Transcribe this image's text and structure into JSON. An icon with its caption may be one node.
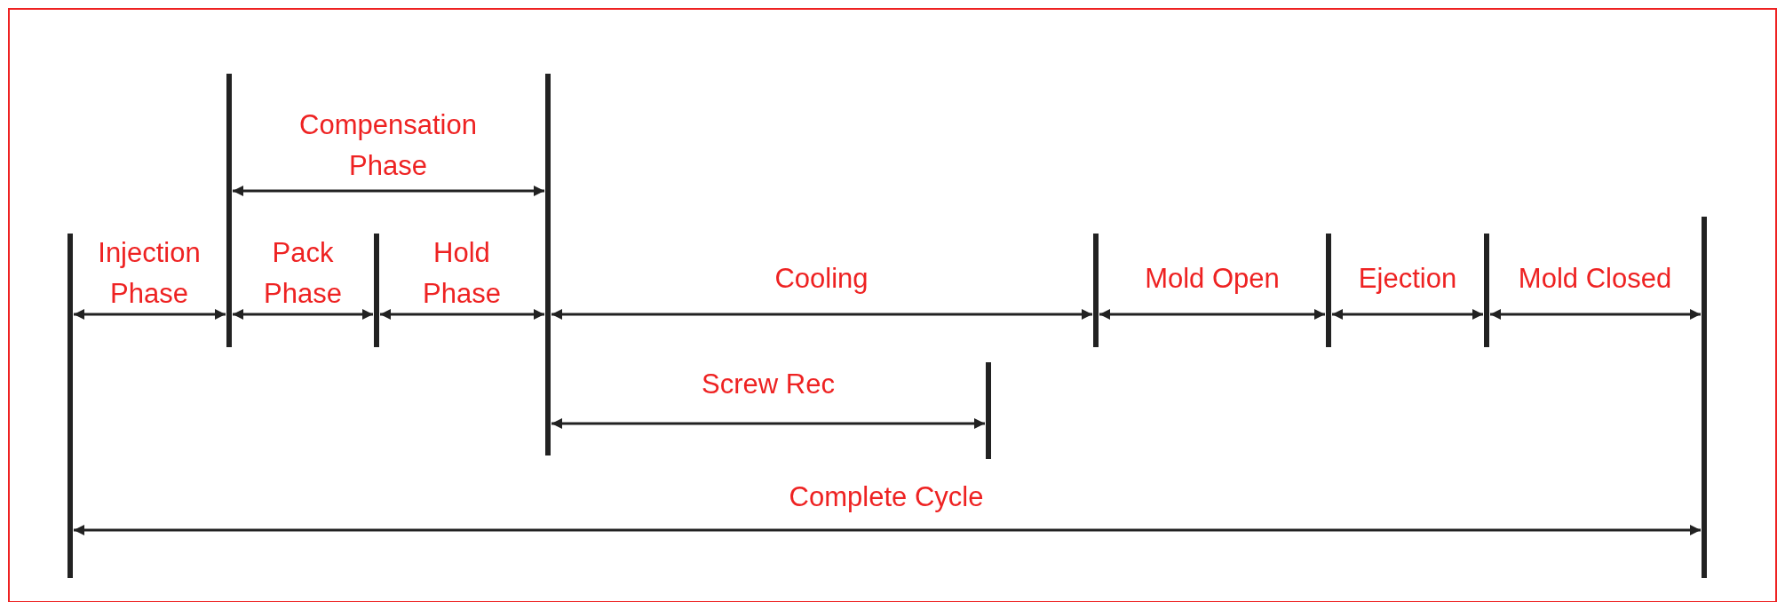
{
  "diagram": {
    "labels": [
      "Compensation Phase",
      "Injection Phase",
      "Pack Phase",
      "Hold Phase",
      "Cooling",
      "Mold Open",
      "Ejection",
      "Mold Closed",
      "Screw Rec",
      "Complete Cycle"
    ]
  }
}
